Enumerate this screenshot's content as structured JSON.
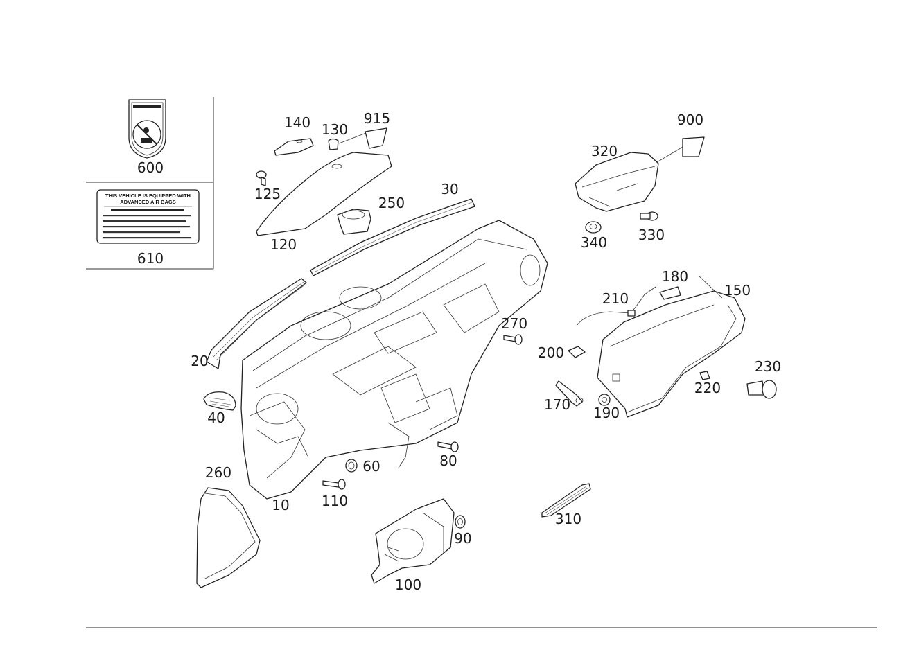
{
  "callouts": {
    "c10": "10",
    "c20": "20",
    "c30": "30",
    "c40": "40",
    "c60": "60",
    "c80": "80",
    "c90": "90",
    "c100": "100",
    "c110": "110",
    "c120": "120",
    "c125": "125",
    "c130": "130",
    "c140": "140",
    "c150": "150",
    "c170": "170",
    "c180": "180",
    "c190": "190",
    "c200": "200",
    "c210": "210",
    "c220": "220",
    "c230": "230",
    "c250": "250",
    "c260": "260",
    "c270": "270",
    "c310": "310",
    "c320": "320",
    "c330": "330",
    "c340": "340",
    "c600": "600",
    "c610": "610",
    "c900": "900",
    "c915": "915"
  },
  "decal_610": {
    "heading_1": "THIS VEHICLE IS EQUIPPED WITH",
    "heading_2": "ADVANCED AIR BAGS"
  }
}
